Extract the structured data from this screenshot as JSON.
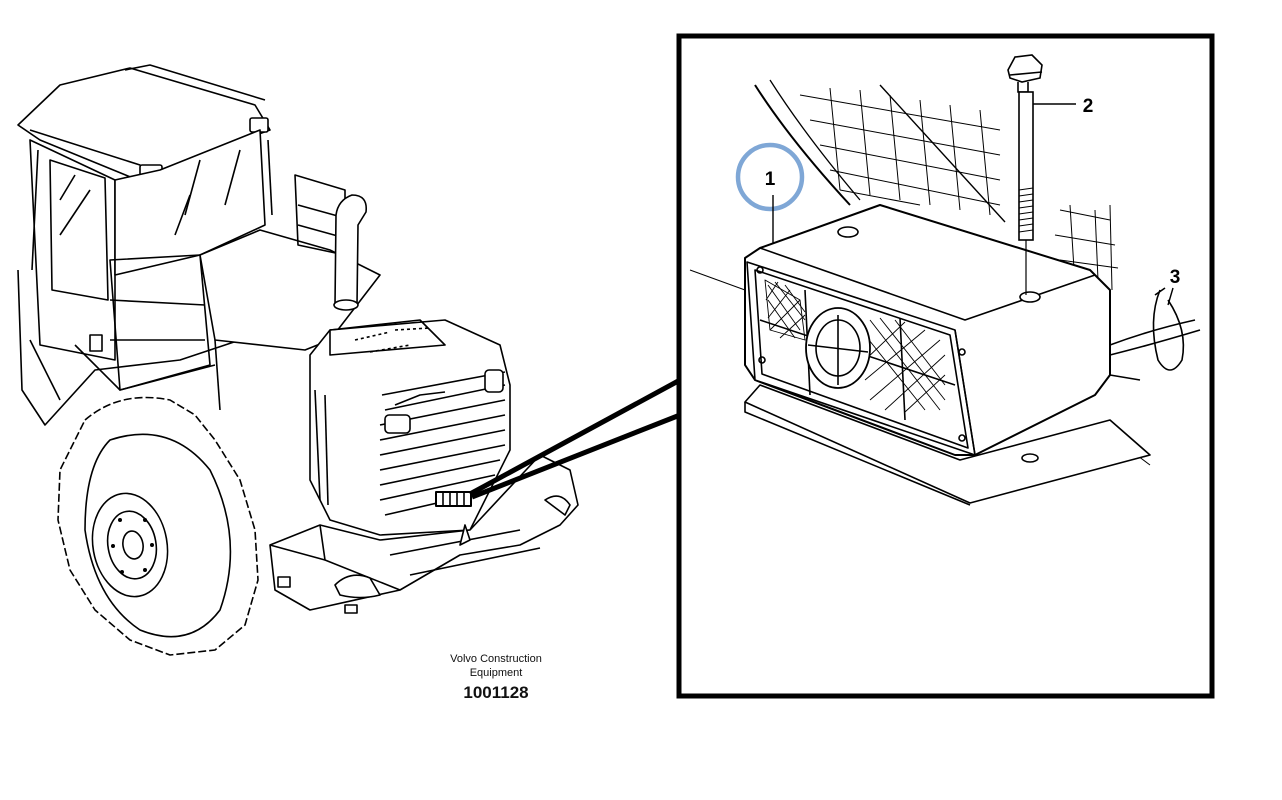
{
  "callouts": [
    {
      "id": "1",
      "label": "1",
      "highlighted": true
    },
    {
      "id": "2",
      "label": "2",
      "highlighted": false
    },
    {
      "id": "3",
      "label": "3",
      "highlighted": false
    }
  ],
  "caption": {
    "line1": "Volvo Construction",
    "line2": "Equipment",
    "part_number": "1001128"
  },
  "colors": {
    "line": "#000000",
    "highlight_ring": "#7fa7d6",
    "background": "#ffffff"
  },
  "icons": [
    "wheel-loader-illustration",
    "work-lamp-detail",
    "bolt-icon",
    "cable-icon"
  ]
}
